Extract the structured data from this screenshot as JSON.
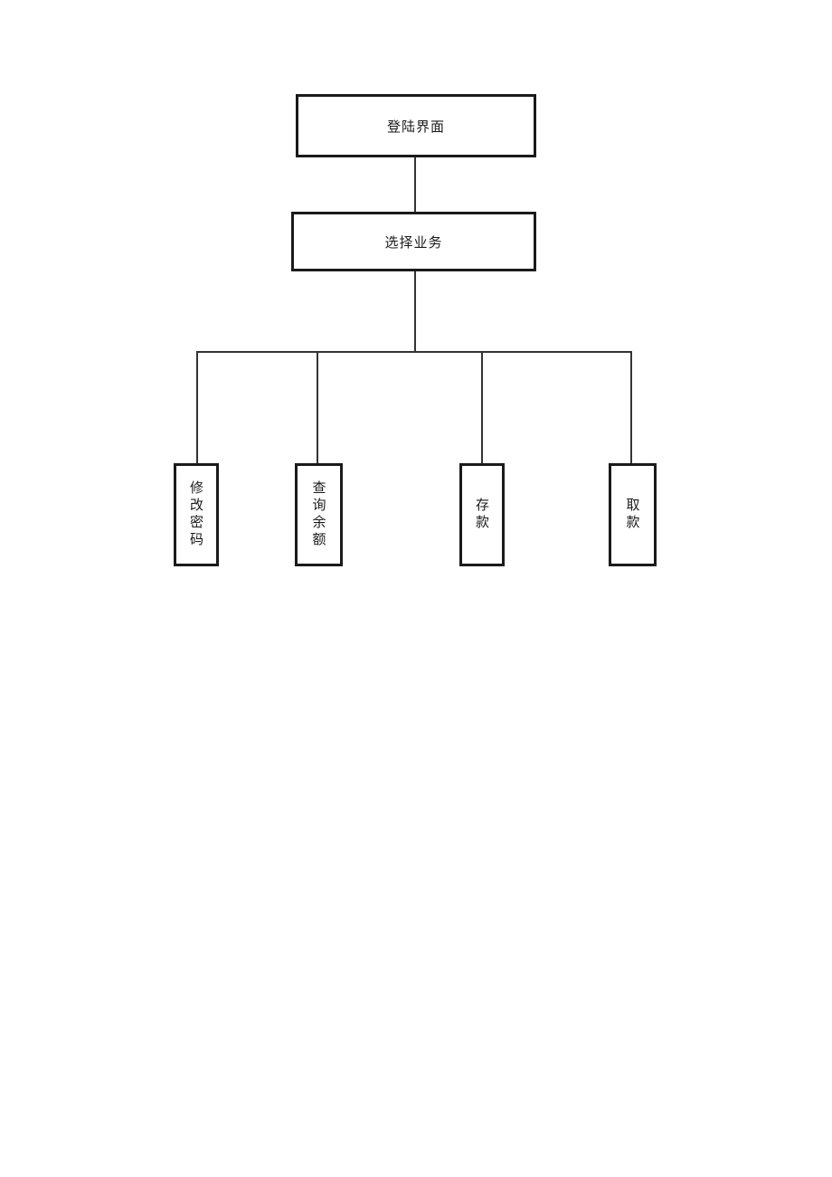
{
  "diagram": {
    "root": {
      "label": "登陆界面"
    },
    "middle": {
      "label": "选择业务"
    },
    "leaves": [
      {
        "label": "修改密码"
      },
      {
        "label": "查询余额"
      },
      {
        "label": "存款"
      },
      {
        "label": "取款"
      }
    ]
  }
}
